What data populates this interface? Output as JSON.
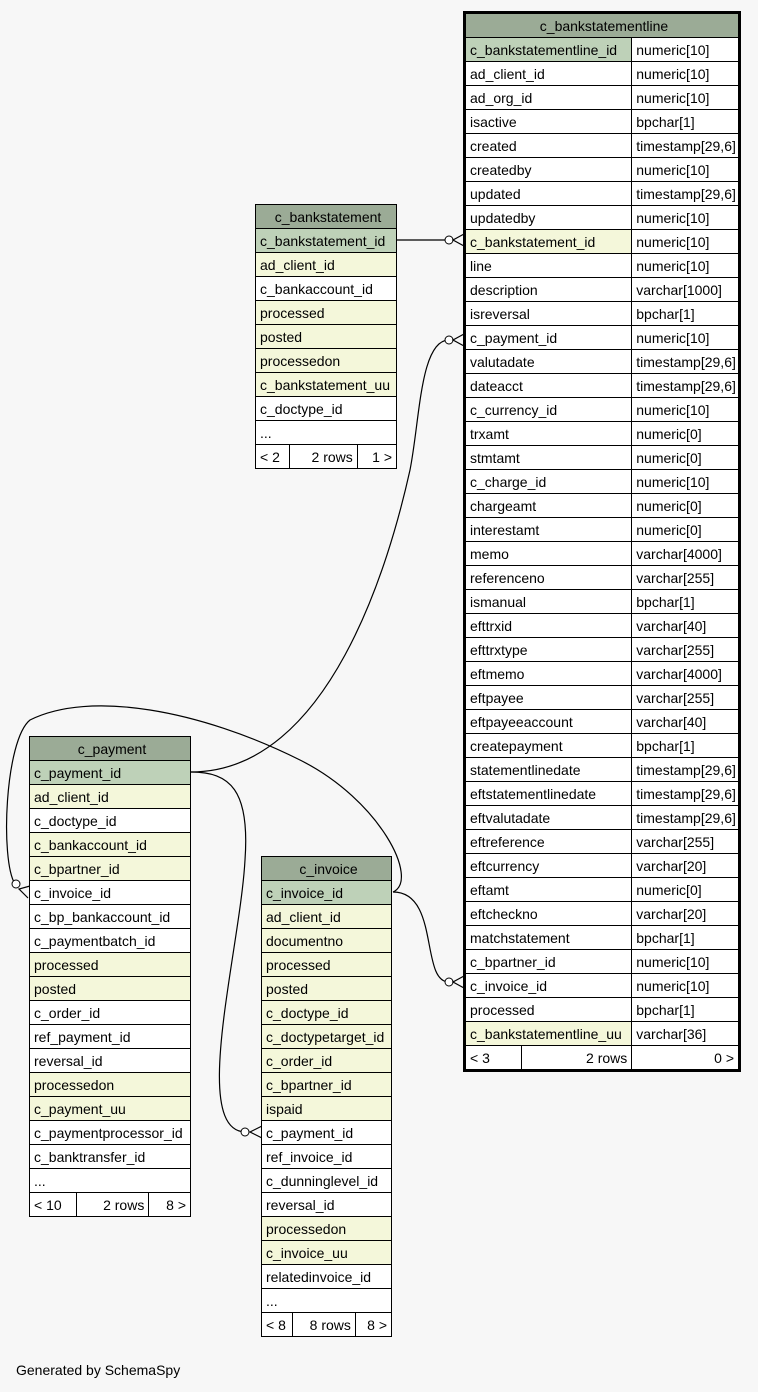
{
  "footer": "Generated by SchemaSpy",
  "tables": {
    "bankstatement": {
      "name": "c_bankstatement",
      "columns": [
        {
          "name": "c_bankstatement_id",
          "kind": "pk"
        },
        {
          "name": "ad_client_id",
          "kind": "fk"
        },
        {
          "name": "c_bankaccount_id",
          "kind": "plain"
        },
        {
          "name": "processed",
          "kind": "fk"
        },
        {
          "name": "posted",
          "kind": "fk"
        },
        {
          "name": "processedon",
          "kind": "fk"
        },
        {
          "name": "c_bankstatement_uu",
          "kind": "fk"
        },
        {
          "name": "c_doctype_id",
          "kind": "plain"
        },
        {
          "name": "...",
          "kind": "plain"
        }
      ],
      "footer": {
        "left": "< 2",
        "center": "2 rows",
        "right": "1 >"
      }
    },
    "bankstatementline": {
      "name": "c_bankstatementline",
      "columns": [
        {
          "name": "c_bankstatementline_id",
          "type": "numeric[10]",
          "kind": "pk"
        },
        {
          "name": "ad_client_id",
          "type": "numeric[10]",
          "kind": "plain"
        },
        {
          "name": "ad_org_id",
          "type": "numeric[10]",
          "kind": "plain"
        },
        {
          "name": "isactive",
          "type": "bpchar[1]",
          "kind": "plain"
        },
        {
          "name": "created",
          "type": "timestamp[29,6]",
          "kind": "plain"
        },
        {
          "name": "createdby",
          "type": "numeric[10]",
          "kind": "plain"
        },
        {
          "name": "updated",
          "type": "timestamp[29,6]",
          "kind": "plain"
        },
        {
          "name": "updatedby",
          "type": "numeric[10]",
          "kind": "plain"
        },
        {
          "name": "c_bankstatement_id",
          "type": "numeric[10]",
          "kind": "fk"
        },
        {
          "name": "line",
          "type": "numeric[10]",
          "kind": "plain"
        },
        {
          "name": "description",
          "type": "varchar[1000]",
          "kind": "plain"
        },
        {
          "name": "isreversal",
          "type": "bpchar[1]",
          "kind": "plain"
        },
        {
          "name": "c_payment_id",
          "type": "numeric[10]",
          "kind": "plain"
        },
        {
          "name": "valutadate",
          "type": "timestamp[29,6]",
          "kind": "plain"
        },
        {
          "name": "dateacct",
          "type": "timestamp[29,6]",
          "kind": "plain"
        },
        {
          "name": "c_currency_id",
          "type": "numeric[10]",
          "kind": "plain"
        },
        {
          "name": "trxamt",
          "type": "numeric[0]",
          "kind": "plain"
        },
        {
          "name": "stmtamt",
          "type": "numeric[0]",
          "kind": "plain"
        },
        {
          "name": "c_charge_id",
          "type": "numeric[10]",
          "kind": "plain"
        },
        {
          "name": "chargeamt",
          "type": "numeric[0]",
          "kind": "plain"
        },
        {
          "name": "interestamt",
          "type": "numeric[0]",
          "kind": "plain"
        },
        {
          "name": "memo",
          "type": "varchar[4000]",
          "kind": "plain"
        },
        {
          "name": "referenceno",
          "type": "varchar[255]",
          "kind": "plain"
        },
        {
          "name": "ismanual",
          "type": "bpchar[1]",
          "kind": "plain"
        },
        {
          "name": "efttrxid",
          "type": "varchar[40]",
          "kind": "plain"
        },
        {
          "name": "efttrxtype",
          "type": "varchar[255]",
          "kind": "plain"
        },
        {
          "name": "eftmemo",
          "type": "varchar[4000]",
          "kind": "plain"
        },
        {
          "name": "eftpayee",
          "type": "varchar[255]",
          "kind": "plain"
        },
        {
          "name": "eftpayeeaccount",
          "type": "varchar[40]",
          "kind": "plain"
        },
        {
          "name": "createpayment",
          "type": "bpchar[1]",
          "kind": "plain"
        },
        {
          "name": "statementlinedate",
          "type": "timestamp[29,6]",
          "kind": "plain"
        },
        {
          "name": "eftstatementlinedate",
          "type": "timestamp[29,6]",
          "kind": "plain"
        },
        {
          "name": "eftvalutadate",
          "type": "timestamp[29,6]",
          "kind": "plain"
        },
        {
          "name": "eftreference",
          "type": "varchar[255]",
          "kind": "plain"
        },
        {
          "name": "eftcurrency",
          "type": "varchar[20]",
          "kind": "plain"
        },
        {
          "name": "eftamt",
          "type": "numeric[0]",
          "kind": "plain"
        },
        {
          "name": "eftcheckno",
          "type": "varchar[20]",
          "kind": "plain"
        },
        {
          "name": "matchstatement",
          "type": "bpchar[1]",
          "kind": "plain"
        },
        {
          "name": "c_bpartner_id",
          "type": "numeric[10]",
          "kind": "plain"
        },
        {
          "name": "c_invoice_id",
          "type": "numeric[10]",
          "kind": "plain"
        },
        {
          "name": "processed",
          "type": "bpchar[1]",
          "kind": "plain"
        },
        {
          "name": "c_bankstatementline_uu",
          "type": "varchar[36]",
          "kind": "fk"
        }
      ],
      "footer": {
        "left": "< 3",
        "center": "2 rows",
        "right": "0 >"
      }
    },
    "payment": {
      "name": "c_payment",
      "columns": [
        {
          "name": "c_payment_id",
          "kind": "pk"
        },
        {
          "name": "ad_client_id",
          "kind": "fk"
        },
        {
          "name": "c_doctype_id",
          "kind": "plain"
        },
        {
          "name": "c_bankaccount_id",
          "kind": "fk"
        },
        {
          "name": "c_bpartner_id",
          "kind": "fk"
        },
        {
          "name": "c_invoice_id",
          "kind": "plain"
        },
        {
          "name": "c_bp_bankaccount_id",
          "kind": "plain"
        },
        {
          "name": "c_paymentbatch_id",
          "kind": "plain"
        },
        {
          "name": "processed",
          "kind": "fk"
        },
        {
          "name": "posted",
          "kind": "fk"
        },
        {
          "name": "c_order_id",
          "kind": "plain"
        },
        {
          "name": "ref_payment_id",
          "kind": "plain"
        },
        {
          "name": "reversal_id",
          "kind": "plain"
        },
        {
          "name": "processedon",
          "kind": "fk"
        },
        {
          "name": "c_payment_uu",
          "kind": "fk"
        },
        {
          "name": "c_paymentprocessor_id",
          "kind": "plain"
        },
        {
          "name": "c_banktransfer_id",
          "kind": "plain"
        },
        {
          "name": "...",
          "kind": "plain"
        }
      ],
      "footer": {
        "left": "< 10",
        "center": "2 rows",
        "right": "8 >"
      }
    },
    "invoice": {
      "name": "c_invoice",
      "columns": [
        {
          "name": "c_invoice_id",
          "kind": "pk"
        },
        {
          "name": "ad_client_id",
          "kind": "fk"
        },
        {
          "name": "documentno",
          "kind": "fk"
        },
        {
          "name": "processed",
          "kind": "fk"
        },
        {
          "name": "posted",
          "kind": "fk"
        },
        {
          "name": "c_doctype_id",
          "kind": "fk"
        },
        {
          "name": "c_doctypetarget_id",
          "kind": "fk"
        },
        {
          "name": "c_order_id",
          "kind": "fk"
        },
        {
          "name": "c_bpartner_id",
          "kind": "fk"
        },
        {
          "name": "ispaid",
          "kind": "fk"
        },
        {
          "name": "c_payment_id",
          "kind": "plain"
        },
        {
          "name": "ref_invoice_id",
          "kind": "plain"
        },
        {
          "name": "c_dunninglevel_id",
          "kind": "plain"
        },
        {
          "name": "reversal_id",
          "kind": "plain"
        },
        {
          "name": "processedon",
          "kind": "fk"
        },
        {
          "name": "c_invoice_uu",
          "kind": "fk"
        },
        {
          "name": "relatedinvoice_id",
          "kind": "plain"
        },
        {
          "name": "...",
          "kind": "plain"
        }
      ],
      "footer": {
        "left": "< 8",
        "center": "8 rows",
        "right": "8 >"
      }
    }
  },
  "colors": {
    "header": "#9bab96",
    "pk": "#bed1b8",
    "indexed": "#f4f7da",
    "background": "#f7f7f7"
  }
}
